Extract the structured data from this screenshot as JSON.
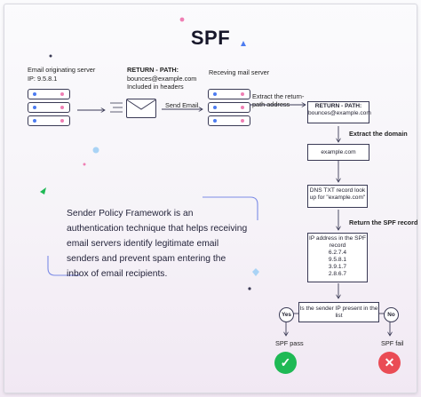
{
  "title": "SPF",
  "origin": {
    "heading": "Email originating server",
    "ip": "IP: 9.5.8.1"
  },
  "return_path": {
    "heading": "RETURN - PATH:",
    "email": "bounces@example.com",
    "note": "Included in headers"
  },
  "send_label": "Send Email",
  "receiving": {
    "heading": "Receving mail server"
  },
  "extract_return_path": "Extract the return-path address",
  "rp_box": {
    "heading": "RETURN - PATH:",
    "email": "bounces@example.com"
  },
  "extract_domain": "Extract the domain",
  "domain_box": "example.com",
  "dns_box": "DNS TXT record look up for \"example.com\"",
  "return_spf": "Return the SPF record",
  "spf_box": {
    "heading": "IP address in the SPF record",
    "ips": [
      "6.2.7.4",
      "9.5.8.1",
      "3.9.1.7",
      "2.8.6.7"
    ]
  },
  "question": "Is the sender IP present in the list",
  "yes_label": "Yes",
  "no_label": "No",
  "pass_label": "SPF pass",
  "fail_label": "SPF fail",
  "description": "Sender Policy Framework is an authentication technique that helps receiving email servers identify legitimate email senders and prevent spam entering the inbox of email recipients.",
  "colors": {
    "pass": "#1fb955",
    "fail": "#ea4c55",
    "accent": "#4d7cf0",
    "pink": "#ef7fb4"
  },
  "icons": [
    "check-icon",
    "close-icon",
    "envelope-icon",
    "server-icon"
  ]
}
